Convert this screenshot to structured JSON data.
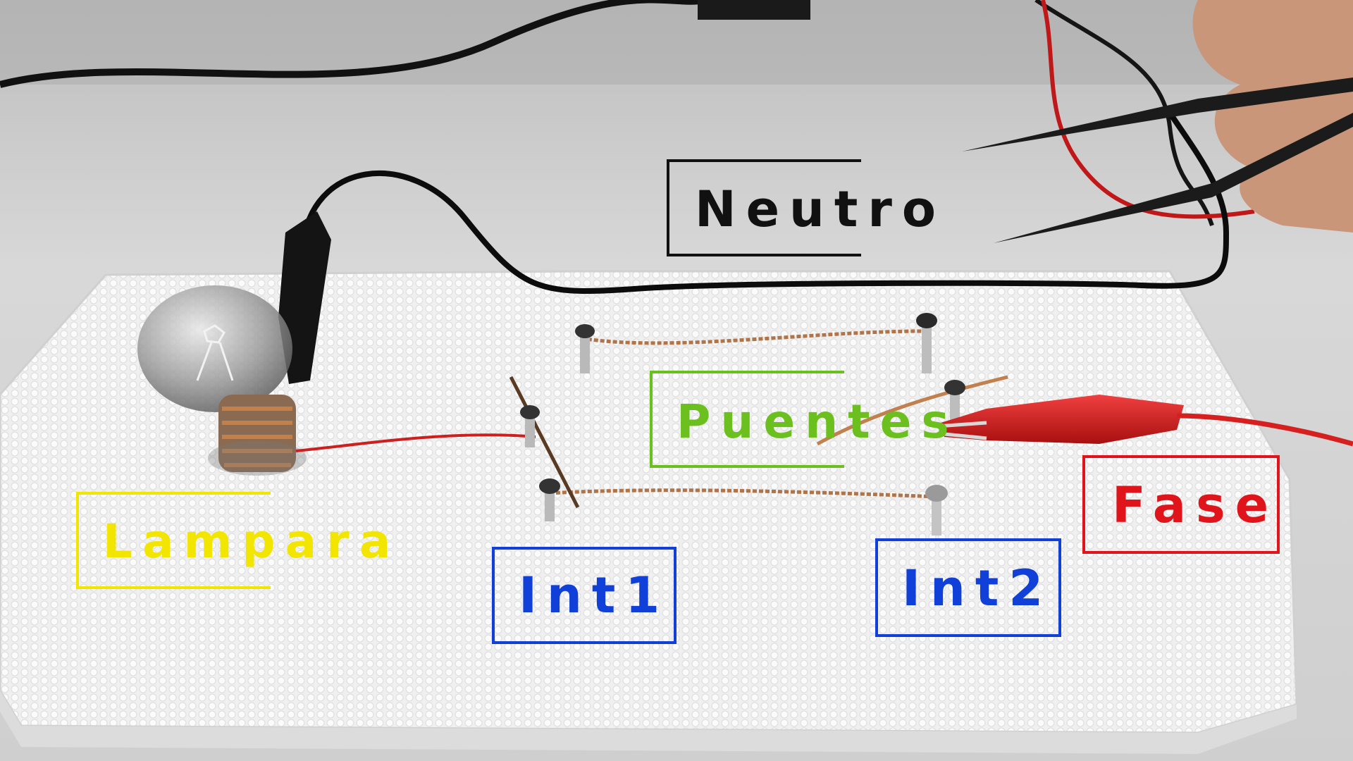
{
  "labels": {
    "neutro": "Neutro",
    "puentes": "Puentes",
    "lampara": "Lampara",
    "int1": "Int1",
    "int2": "Int2",
    "fase": "Fase"
  },
  "colors": {
    "neutro": "#111111",
    "puentes": "#6bbf1f",
    "lampara": "#f2e600",
    "int1": "#1040d8",
    "int2": "#1040d8",
    "fase": "#e0151b",
    "styrofoam": "#f1f1f1",
    "desk": "#d4d4d4",
    "copper_wire": "#b8784a",
    "red_wire": "#d62020",
    "black_wire": "#0c0c0c"
  }
}
